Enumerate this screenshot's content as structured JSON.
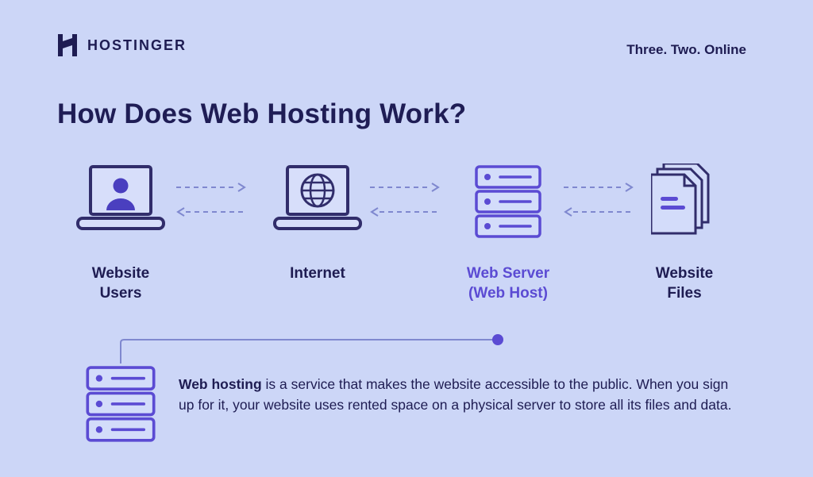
{
  "page": {
    "background": "#ccd6f7",
    "accent": "#5b4bd3",
    "text_color": "#1e1c52"
  },
  "header": {
    "brand": "HOSTINGER",
    "tagline": "Three. Two. Online"
  },
  "title": "How Does Web Hosting Work?",
  "diagram": {
    "nodes": [
      {
        "label": "Website\nUsers",
        "icon": "laptop-user-icon",
        "highlight": false
      },
      {
        "label": "Internet",
        "icon": "laptop-globe-icon",
        "highlight": false
      },
      {
        "label": "Web Server\n(Web Host)",
        "icon": "server-stack-icon",
        "highlight": true
      },
      {
        "label": "Website\nFiles",
        "icon": "document-stack-icon",
        "highlight": false
      }
    ],
    "arrow_directions": [
      "right",
      "left"
    ]
  },
  "callout": {
    "lead": "Web hosting",
    "body": " is a service that makes the website accessible to the public. When you sign up for it, your website uses rented space on a physical server to store all its files and data.",
    "icon": "server-stack-icon"
  }
}
